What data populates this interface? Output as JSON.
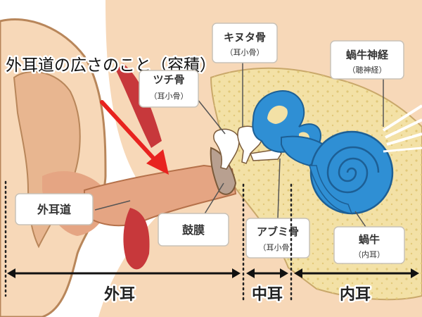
{
  "title": "外耳道の広さのこと（容積）",
  "labels": {
    "kinuta": {
      "name": "キヌタ骨",
      "sub": "（耳小骨）"
    },
    "tsuchi": {
      "name": "ツチ骨",
      "sub": "（耳小骨）"
    },
    "kagyu_shinkei": {
      "name": "蝸牛神経",
      "sub": "（聴神経）"
    },
    "gaijido": {
      "name": "外耳道"
    },
    "komaku": {
      "name": "鼓膜"
    },
    "abumi": {
      "name": "アブミ骨",
      "sub": "（耳小骨）"
    },
    "kagyu": {
      "name": "蝸牛",
      "sub": "（内耳）"
    }
  },
  "sections": {
    "outer": "外耳",
    "middle": "中耳",
    "inner": "内耳"
  },
  "colors": {
    "skin": "#f7d8b8",
    "skin_shadow": "#e8b690",
    "canal": "#e5a583",
    "bone": "#f3e1a6",
    "cochlea": "#2f8fd4",
    "cochlea_outline": "#1d5f95",
    "muscle": "#c7383b",
    "arrow": "#e8231f",
    "outline": "#7a5a3a",
    "label_border": "#c8c2b8"
  }
}
